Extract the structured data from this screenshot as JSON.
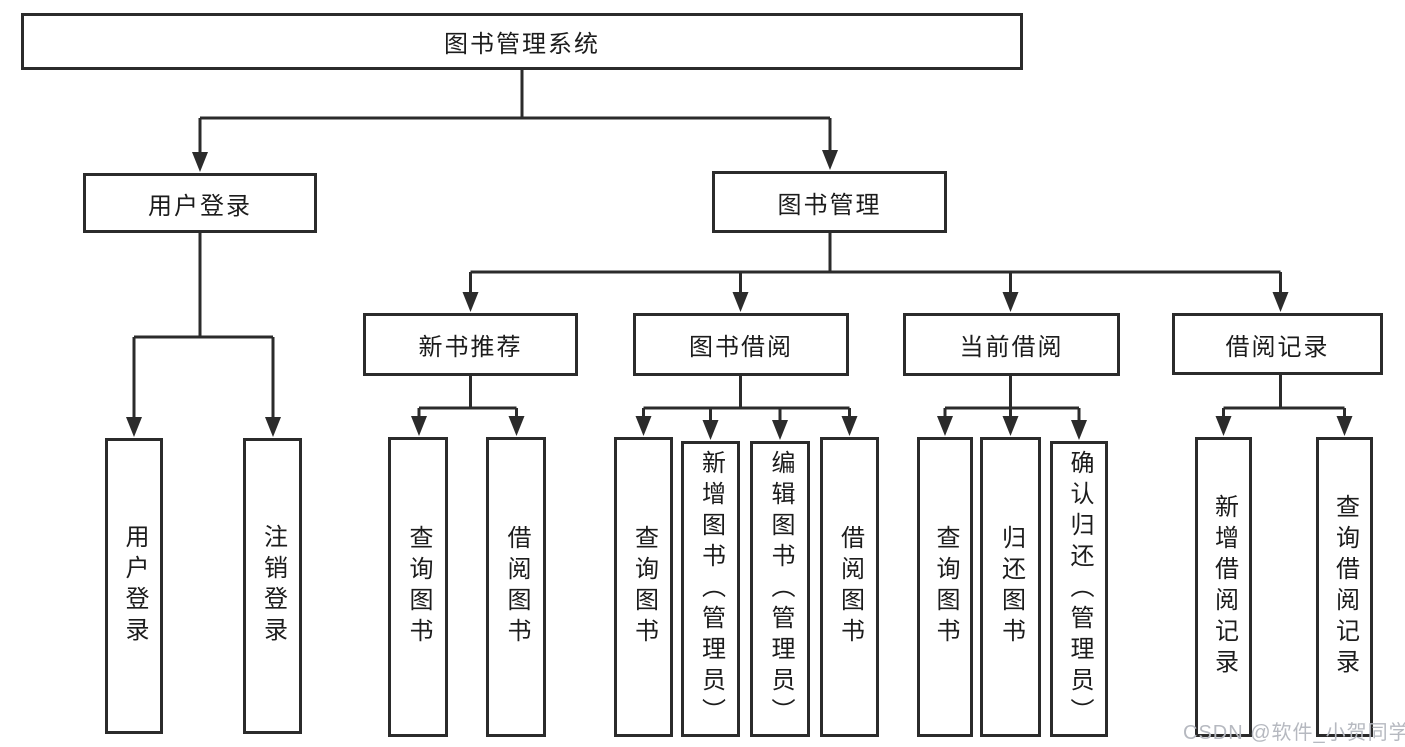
{
  "root": {
    "label": "图书管理系统"
  },
  "level2": {
    "user_login": {
      "label": "用户登录"
    },
    "book_management": {
      "label": "图书管理"
    }
  },
  "level3": {
    "new_book_recommend": {
      "label": "新书推荐"
    },
    "book_borrow": {
      "label": "图书借阅"
    },
    "current_borrow": {
      "label": "当前借阅"
    },
    "borrow_records": {
      "label": "借阅记录"
    }
  },
  "leaves": {
    "user_login": {
      "label": "用户登录"
    },
    "logout": {
      "label": "注销登录"
    },
    "recommend_query_books": {
      "label": "查询图书"
    },
    "recommend_borrow_books": {
      "label": "借阅图书"
    },
    "borrow_query_books": {
      "label": "查询图书"
    },
    "borrow_add_books": {
      "label": "新增图书（管理员）"
    },
    "borrow_edit_books": {
      "label": "编辑图书（管理员）"
    },
    "borrow_borrow_books": {
      "label": "借阅图书"
    },
    "current_query_books": {
      "label": "查询图书"
    },
    "current_return_books": {
      "label": "归还图书"
    },
    "current_confirm_return": {
      "label": "确认归还（管理员）"
    },
    "records_add_record": {
      "label": "新增借阅记录"
    },
    "records_query_record": {
      "label": "查询借阅记录"
    }
  },
  "watermark": {
    "text": "CSDN @软件_小贺同学"
  },
  "colors": {
    "line": "#2b2b2b",
    "text": "#1c1c1c",
    "watermark": "#b6b9c0",
    "background": "#ffffff"
  }
}
